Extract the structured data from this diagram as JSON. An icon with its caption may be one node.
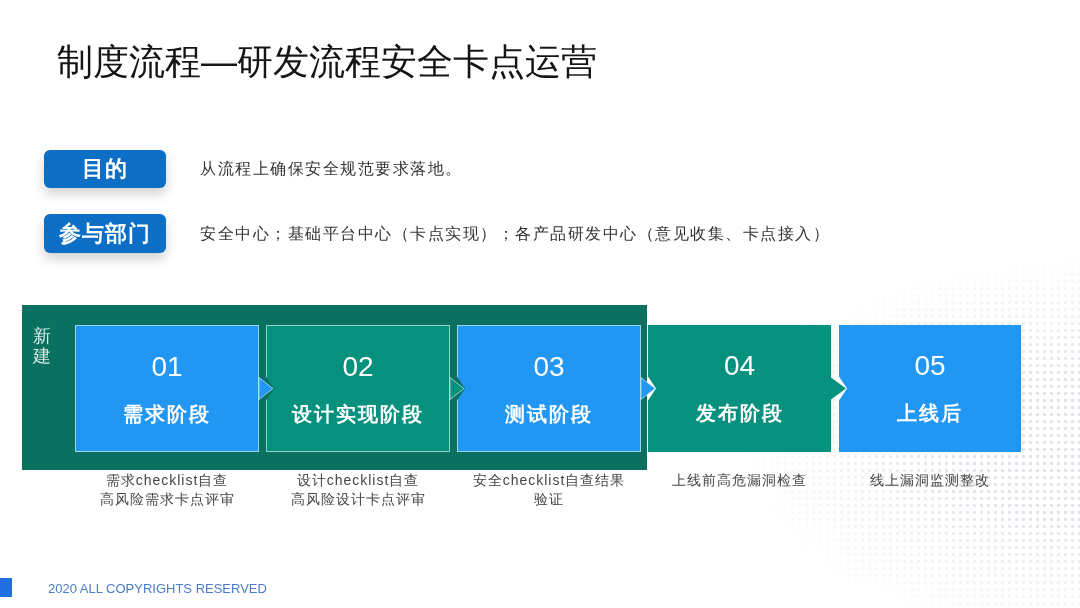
{
  "diagram": {
    "title": "制度流程—研发流程安全卡点运营",
    "nodes": [
      {
        "text": [
          "目的"
        ],
        "beside": [
          "从流程上确保安全规范要求落地。"
        ]
      },
      {
        "text": [
          "参与部门"
        ],
        "beside": [
          "安全中心；基础平台中心（卡点实现）；各产品研发中心（意见收集、卡点接入）"
        ]
      },
      {
        "text": [
          "新建"
        ]
      },
      {
        "text": [
          "01",
          "需求阶段"
        ],
        "in": 2,
        "beside": [
          "需求checklist自查",
          "高风险需求卡点评审"
        ]
      },
      {
        "text": [
          "02",
          "设计实现阶段"
        ],
        "in": 2,
        "beside": [
          "设计checklist自查",
          "高风险设计卡点评审"
        ]
      },
      {
        "text": [
          "03",
          "测试阶段"
        ],
        "in": 2,
        "beside": [
          "安全checklist自查结果验证"
        ]
      },
      {
        "text": [
          "04",
          "发布阶段"
        ],
        "beside": [
          "上线前高危漏洞检查"
        ]
      },
      {
        "text": [
          "05",
          "上线后"
        ],
        "beside": [
          "线上漏洞监测整改"
        ]
      }
    ],
    "edges": [
      {
        "from": 3,
        "to": 4,
        "arrow": "to"
      },
      {
        "from": 4,
        "to": 5,
        "arrow": "to"
      },
      {
        "from": 5,
        "to": 6,
        "arrow": "to"
      },
      {
        "from": 6,
        "to": 7,
        "arrow": "to"
      }
    ],
    "labels": [
      "2020 ALL COPYRIGHTS RESERVED"
    ]
  }
}
